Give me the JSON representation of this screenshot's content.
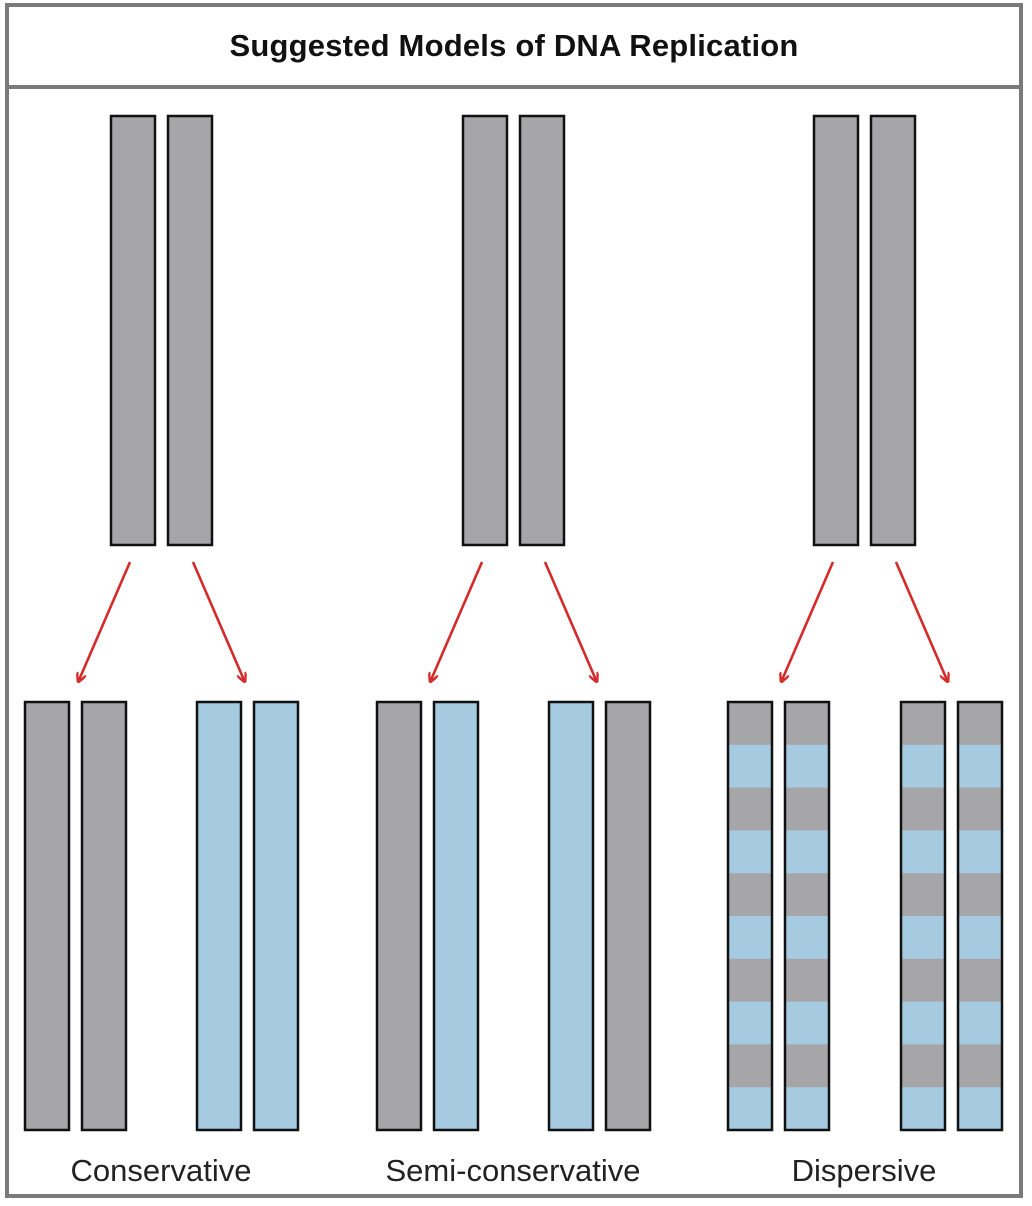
{
  "title": "Suggested Models of DNA Replication",
  "colors": {
    "frame": "#7a7a7a",
    "parental_strand": "#a6a6a9",
    "new_strand": "#a6cadf",
    "strand_outline": "#111111",
    "arrow": "#d42a2a"
  },
  "models": [
    {
      "label": "Conservative",
      "parent": [
        "parental",
        "parental"
      ],
      "daughters": [
        [
          "parental",
          "parental"
        ],
        [
          "new",
          "new"
        ]
      ]
    },
    {
      "label": "Semi-conservative",
      "parent": [
        "parental",
        "parental"
      ],
      "daughters": [
        [
          "parental",
          "new"
        ],
        [
          "new",
          "parental"
        ]
      ]
    },
    {
      "label": "Dispersive",
      "parent": [
        "parental",
        "parental"
      ],
      "daughters": [
        [
          "mixed",
          "mixed"
        ],
        [
          "mixed",
          "mixed"
        ]
      ]
    }
  ]
}
